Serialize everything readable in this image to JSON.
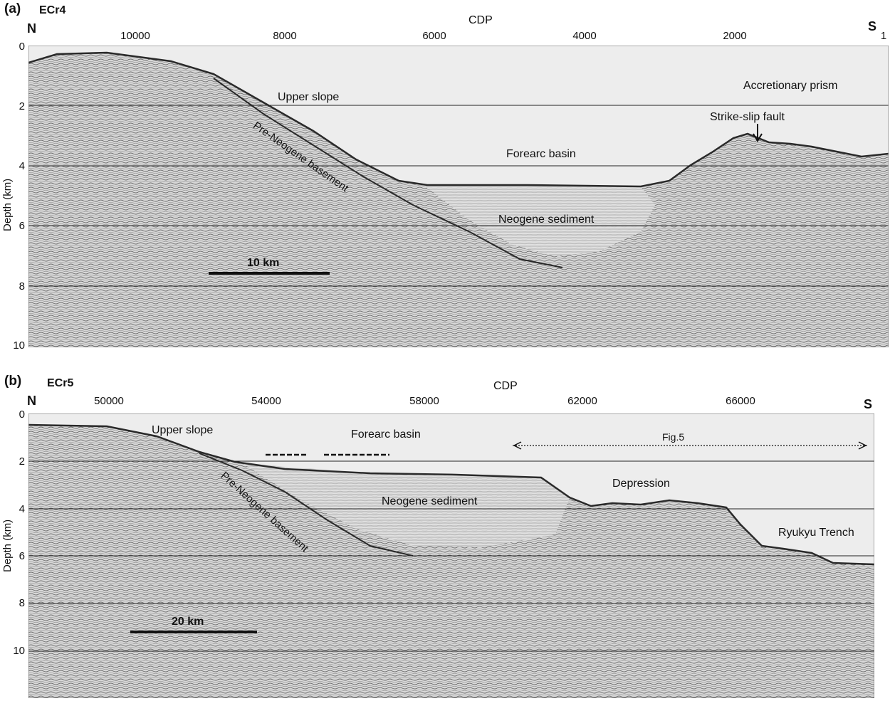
{
  "panel_a": {
    "panel_label": "(a)",
    "line_name": "ECr4",
    "dir_left": "N",
    "dir_right": "S",
    "x_axis_label": "CDP",
    "x_ticks": [
      "10000",
      "8000",
      "6000",
      "4000",
      "2000",
      "1"
    ],
    "y_axis_label": "Depth (km)",
    "y_ticks": [
      "0",
      "2",
      "4",
      "6",
      "8",
      "10"
    ],
    "annotations": {
      "upper_slope": "Upper slope",
      "accretionary_prism": "Accretionary prism",
      "strike_slip_fault": "Strike-slip fault",
      "forearc_basin": "Forearc basin",
      "pre_neogene": "Pre-Neogene basement",
      "neogene_sediment": "Neogene sediment"
    },
    "scale_bar": "10 km"
  },
  "panel_b": {
    "panel_label": "(b)",
    "line_name": "ECr5",
    "dir_left": "N",
    "dir_right": "S",
    "x_axis_label": "CDP",
    "x_ticks": [
      "50000",
      "54000",
      "58000",
      "62000",
      "66000"
    ],
    "y_axis_label": "Depth (km)",
    "y_ticks": [
      "0",
      "2",
      "4",
      "6",
      "8",
      "10"
    ],
    "annotations": {
      "upper_slope": "Upper slope",
      "forearc_basin": "Forearc basin",
      "fig5": "Fig.5",
      "depression": "Depression",
      "neogene_sediment": "Neogene sediment",
      "pre_neogene": "Pre-Neogene basement",
      "ryukyu_trench": "Ryukyu Trench"
    },
    "scale_bar": "20 km"
  },
  "colors": {
    "water": "#ededed",
    "sediment_fill": "#c9c9c9",
    "reflector": "#3a3a3a",
    "grid_line": "#222222"
  }
}
